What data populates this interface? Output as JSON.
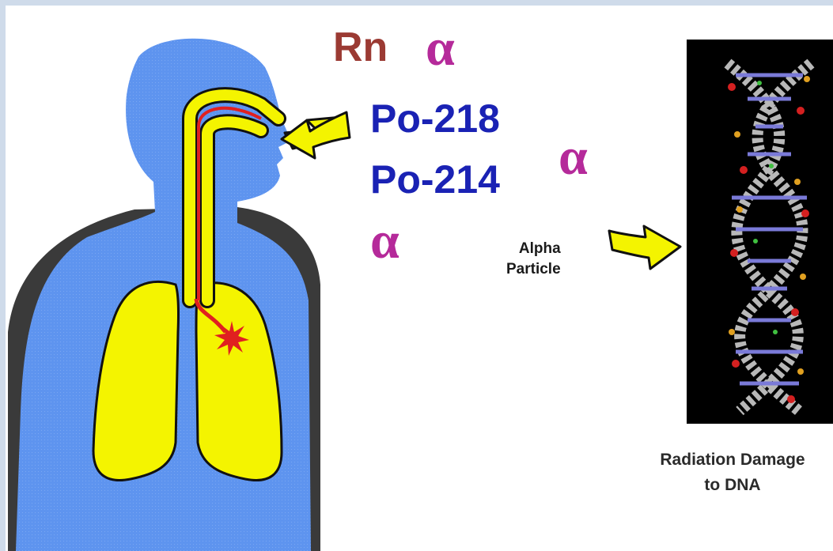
{
  "labels": {
    "radon": "Rn",
    "polonium_218": "Po-218",
    "polonium_214": "Po-214",
    "alpha_symbol": "α",
    "alpha_particle_line1": "Alpha",
    "alpha_particle_line2": "Particle",
    "caption_line1": "Radiation Damage",
    "caption_line2": "to DNA"
  },
  "colors": {
    "frame": "#cfdbea",
    "body": "#5e94ef",
    "shoulders": "#3a3a3a",
    "lungs": "#f4f400",
    "airway": "#e02020",
    "arrow": "#f4f400",
    "radon_text": "#9b3a33",
    "polonium_text": "#1a22b4",
    "alpha_text": "#b52a9a",
    "dna_background": "#000000"
  }
}
